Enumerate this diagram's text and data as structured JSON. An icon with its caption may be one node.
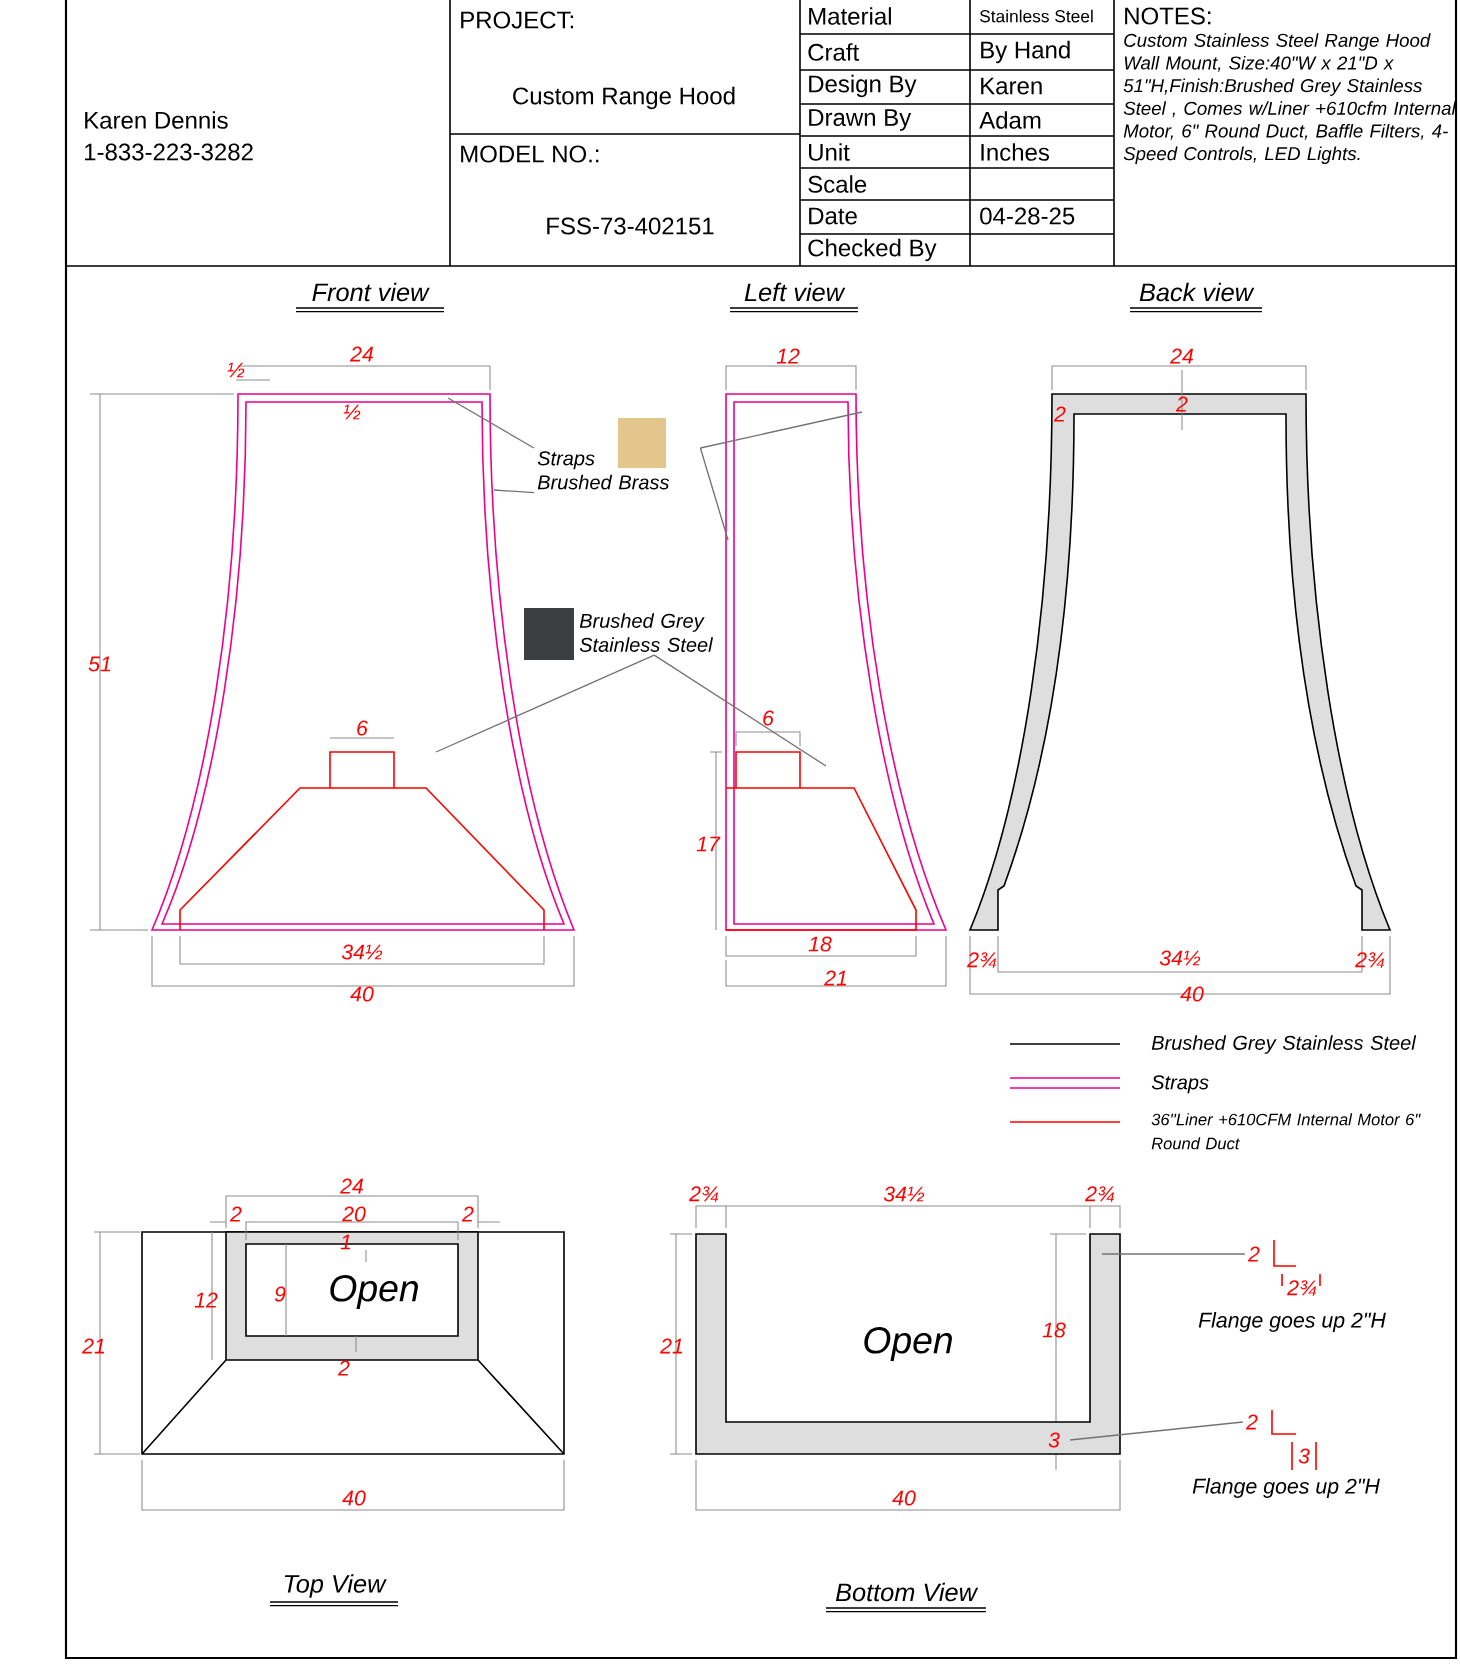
{
  "diagram": {
    "nodes": [
      {
        "text": [
          "Straps",
          "Brushed Brass"
        ]
      },
      {
        "text": [
          "Brushed Grey Stainless Steel"
        ]
      },
      {
        "text": [
          "2"
        ]
      },
      {
        "text": [
          "2"
        ]
      },
      {
        "text": [],
        "shape": "picture"
      },
      {
        "text": [],
        "shape": "picture"
      },
      {
        "text": [
          "Open"
        ]
      }
    ],
    "edges": [
      {
        "from": 0,
        "to": 4,
        "arrow": "none"
      },
      {
        "from": 0,
        "to": 4,
        "arrow": "none"
      },
      {
        "from": 0,
        "to": 5,
        "arrow": "none"
      },
      {
        "from": 0,
        "to": 5,
        "arrow": "none"
      },
      {
        "from": 1,
        "to": 4,
        "arrow": "none"
      },
      {
        "from": 1,
        "to": 5,
        "arrow": "none"
      },
      {
        "from": 2,
        "to": 6,
        "arrow": "none"
      },
      {
        "from": 3,
        "to": 6,
        "arrow": "none"
      }
    ],
    "labels": [
      "Karen Dennis",
      "1-833-223-3282",
      "PROJECT:",
      "Custom Range Hood",
      "MODEL NO.:",
      "FSS-73-402151",
      "Material",
      "Stainless Steel",
      "Craft",
      "By Hand",
      "Design By",
      "Karen",
      "Drawn By",
      "Adam",
      "Unit",
      "Inches",
      "Scale",
      "Date",
      "04-28-25",
      "Checked By",
      "NOTES:",
      "Custom Stainless Steel Range Hood Wall Mount, Size:40\"W x 21\"D x 51\"H,Finish:Brushed Grey Stainless Steel , Comes w/Liner +610cfm Internal Motor, 6\" Round Duct, Baffle Filters, 4-Speed Controls, LED Lights.",
      "Front view",
      "Left view",
      "Back view",
      "½",
      "24",
      "½",
      "51",
      "6",
      "34½",
      "40",
      "12",
      "6",
      "17",
      "18",
      "21",
      "24",
      "2",
      "2",
      "2¾",
      "34½",
      "2¾",
      "40",
      "24",
      "2",
      "20",
      "2",
      "1",
      "12",
      "9",
      "Open",
      "2",
      "21",
      "40",
      "Top View",
      "2¾",
      "34½",
      "2¾",
      "21",
      "18",
      "3",
      "40",
      "Bottom View",
      "2¾",
      "Flange goes up 2\"H",
      "3",
      "Flange goes up 2\"H"
    ],
    "legend": [
      {
        "text": "Brushed Grey  Stainless Steel"
      },
      {
        "text": "Straps"
      },
      {
        "text": "36''Liner +610CFM Internal Motor 6\" Round Duct"
      }
    ]
  }
}
